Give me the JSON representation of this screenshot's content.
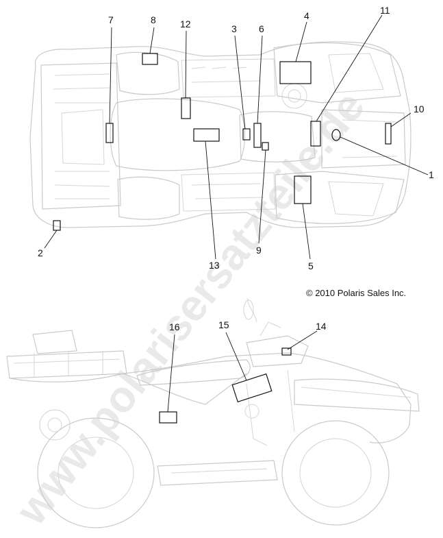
{
  "watermark": "www.polarisersatzteile.de",
  "copyright": "© 2010 Polaris Sales Inc.",
  "callouts": {
    "c1": "1",
    "c2": "2",
    "c3": "3",
    "c4": "4",
    "c5": "5",
    "c6": "6",
    "c7": "7",
    "c8": "8",
    "c9": "9",
    "c10": "10",
    "c11": "11",
    "c12": "12",
    "c13": "13",
    "c14": "14",
    "c15": "15",
    "c16": "16"
  }
}
